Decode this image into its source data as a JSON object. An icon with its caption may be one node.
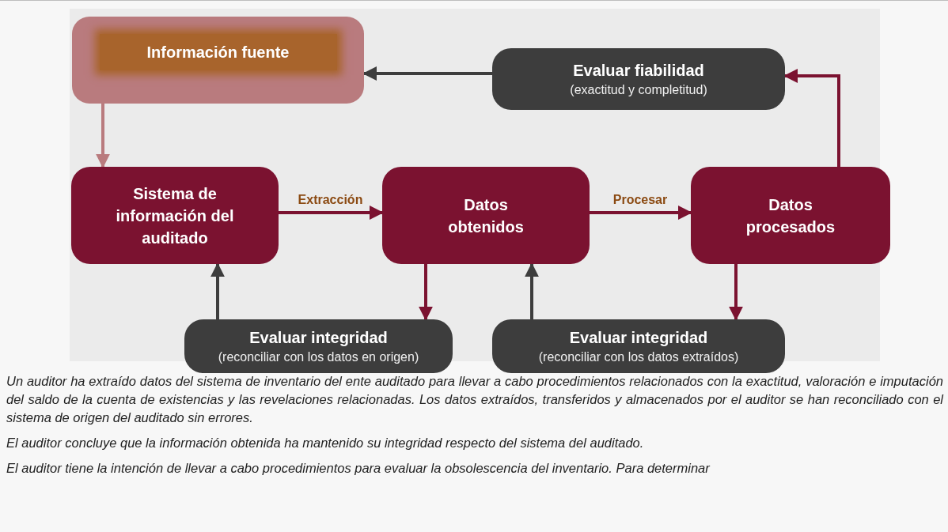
{
  "diagram": {
    "nodes": [
      {
        "text": [
          "Información fuente"
        ]
      },
      {
        "text": [
          "Sistema de información del auditado"
        ]
      },
      {
        "text": [
          "Datos obtenidos"
        ]
      },
      {
        "text": [
          "Datos procesados"
        ]
      },
      {
        "text": [
          "Evaluar fiabilidad",
          "(exactitud y completitud)"
        ]
      },
      {
        "text": [
          "Evaluar integridad",
          "(reconciliar con los datos en origen)"
        ]
      },
      {
        "text": [
          "Evaluar integridad",
          "(reconciliar con los datos extraídos)"
        ]
      }
    ],
    "edges": [
      {
        "from": 0,
        "to": 1,
        "arrow": "to",
        "color": "#b97b7e"
      },
      {
        "from": 1,
        "to": 2,
        "arrow": "to",
        "label": "Extracción"
      },
      {
        "from": 2,
        "to": 3,
        "arrow": "to",
        "label": "Procesar"
      },
      {
        "from": 3,
        "to": 4,
        "arrow": "to"
      },
      {
        "from": 4,
        "to": 0,
        "arrow": "to",
        "color": "#3d3d3d"
      },
      {
        "from": 2,
        "to": 5,
        "arrow": "to"
      },
      {
        "from": 5,
        "to": 1,
        "arrow": "to",
        "color": "#3d3d3d"
      },
      {
        "from": 3,
        "to": 6,
        "arrow": "to"
      },
      {
        "from": 6,
        "to": 2,
        "arrow": "to",
        "color": "#3d3d3d"
      }
    ],
    "labels": [
      "Un auditor ha extraído datos del sistema de inventario del ente auditado para llevar a cabo procedimientos relacionados con la exactitud, valoración e imputación del saldo de la cuenta de existencias y las revelaciones relacionadas. Los datos extraídos, transferidos y almacenados por el auditor se han reconciliado con el sistema de origen del auditado sin errores.",
      "El auditor concluye que la información obtenida ha mantenido su integridad respecto del sistema del auditado.",
      "El auditor tiene la intención de llevar a cabo procedimientos para evaluar la obsolescencia del inventario. Para determinar"
    ]
  }
}
